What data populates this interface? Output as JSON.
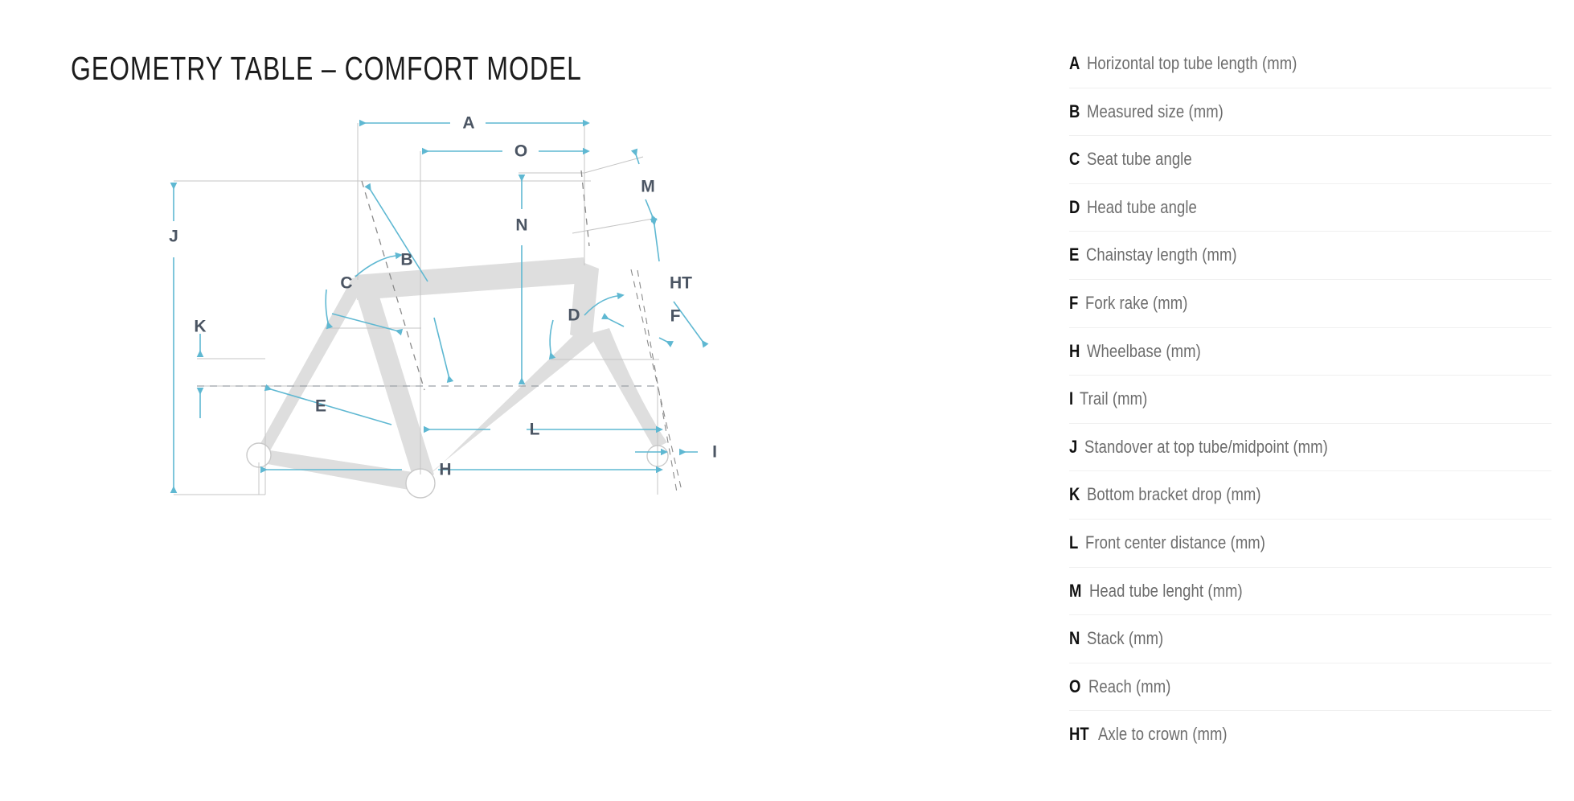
{
  "title": "GEOMETRY TABLE – COMFORT MODEL",
  "colors": {
    "background": "#ffffff",
    "title_text": "#1c1c1c",
    "frame_tube": "#dedede",
    "dimension_arrow": "#5fb8d2",
    "dimension_label": "#4b5563",
    "extension_line": "#b8b8b8",
    "legend_key": "#111111",
    "legend_desc": "#6d6d6d",
    "legend_divider": "#f0f0f0"
  },
  "diagram": {
    "name": "bicycle-frame-geometry-drawing",
    "labels": {
      "A": "A",
      "B": "B",
      "C": "C",
      "D": "D",
      "E": "E",
      "F": "F",
      "H": "H",
      "I": "I",
      "J": "J",
      "K": "K",
      "L": "L",
      "M": "M",
      "N": "N",
      "O": "O",
      "HT": "HT"
    }
  },
  "legend": {
    "items": [
      {
        "key": "A",
        "desc": "Horizontal top tube length (mm)"
      },
      {
        "key": "B",
        "desc": "Measured size (mm)"
      },
      {
        "key": "C",
        "desc": "Seat tube angle"
      },
      {
        "key": "D",
        "desc": "Head tube angle"
      },
      {
        "key": "E",
        "desc": "Chainstay length (mm)"
      },
      {
        "key": "F",
        "desc": "Fork rake (mm)"
      },
      {
        "key": "H",
        "desc": "Wheelbase (mm)"
      },
      {
        "key": "I",
        "desc": "Trail (mm)"
      },
      {
        "key": "J",
        "desc": "Standover at top tube/midpoint (mm)"
      },
      {
        "key": "K",
        "desc": "Bottom bracket drop (mm)"
      },
      {
        "key": "L",
        "desc": "Front center distance (mm)"
      },
      {
        "key": "M",
        "desc": "Head tube lenght (mm)"
      },
      {
        "key": "N",
        "desc": "Stack (mm)"
      },
      {
        "key": "O",
        "desc": "Reach (mm)"
      },
      {
        "key": "HT",
        "desc": "Axle to crown (mm)"
      }
    ]
  }
}
